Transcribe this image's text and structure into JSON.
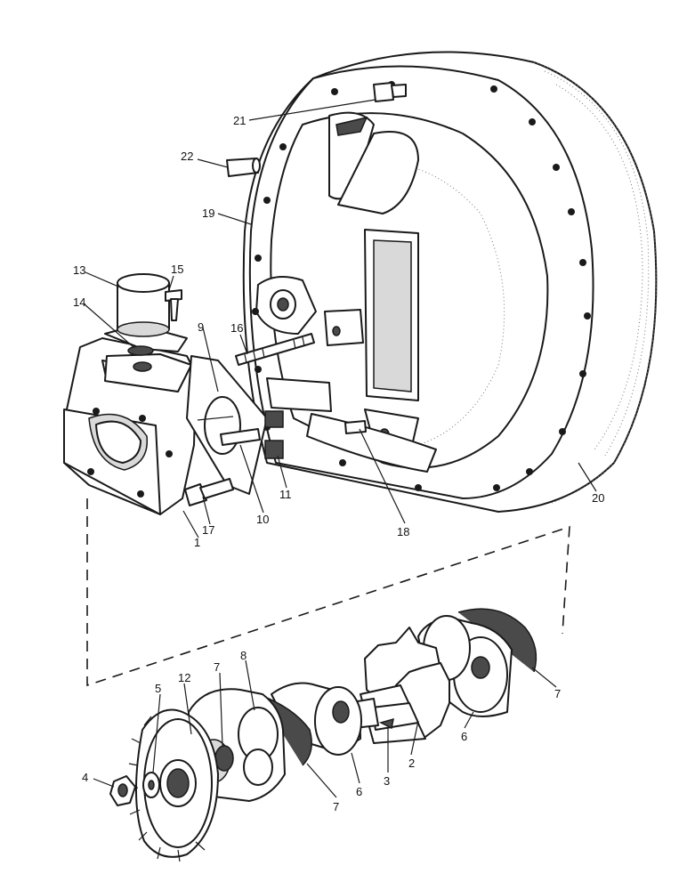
{
  "callouts": {
    "c1": "1",
    "c2": "2",
    "c3": "3",
    "c4": "4",
    "c5": "5",
    "c6a": "6",
    "c6b": "6",
    "c7a": "7",
    "c7b": "7",
    "c7c": "7",
    "c8": "8",
    "c9": "9",
    "c10": "10",
    "c11": "11",
    "c12": "12",
    "c13": "13",
    "c14": "14",
    "c15": "15",
    "c16": "16",
    "c17": "17",
    "c18": "18",
    "c19": "19",
    "c20": "20",
    "c21": "21",
    "c22": "22"
  },
  "colors": {
    "line": "#1a1a1a",
    "shade": "#d9d9d9",
    "background": "#ffffff"
  }
}
